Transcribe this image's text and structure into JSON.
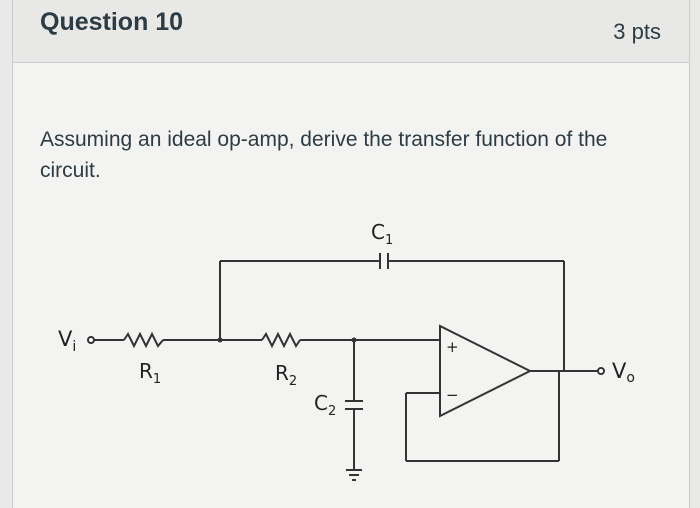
{
  "question": {
    "title": "Question 10",
    "points": "3 pts",
    "text": "Assuming an ideal op-amp, derive the transfer function of the circuit."
  },
  "circuit": {
    "labels": {
      "vi": "V",
      "vi_sub": "i",
      "vo": "V",
      "vo_sub": "o",
      "r1": "R",
      "r1_sub": "1",
      "r2": "R",
      "r2_sub": "2",
      "c1": "C",
      "c1_sub": "1",
      "c2": "C",
      "c2_sub": "2",
      "plus": "+",
      "minus": "−"
    }
  }
}
